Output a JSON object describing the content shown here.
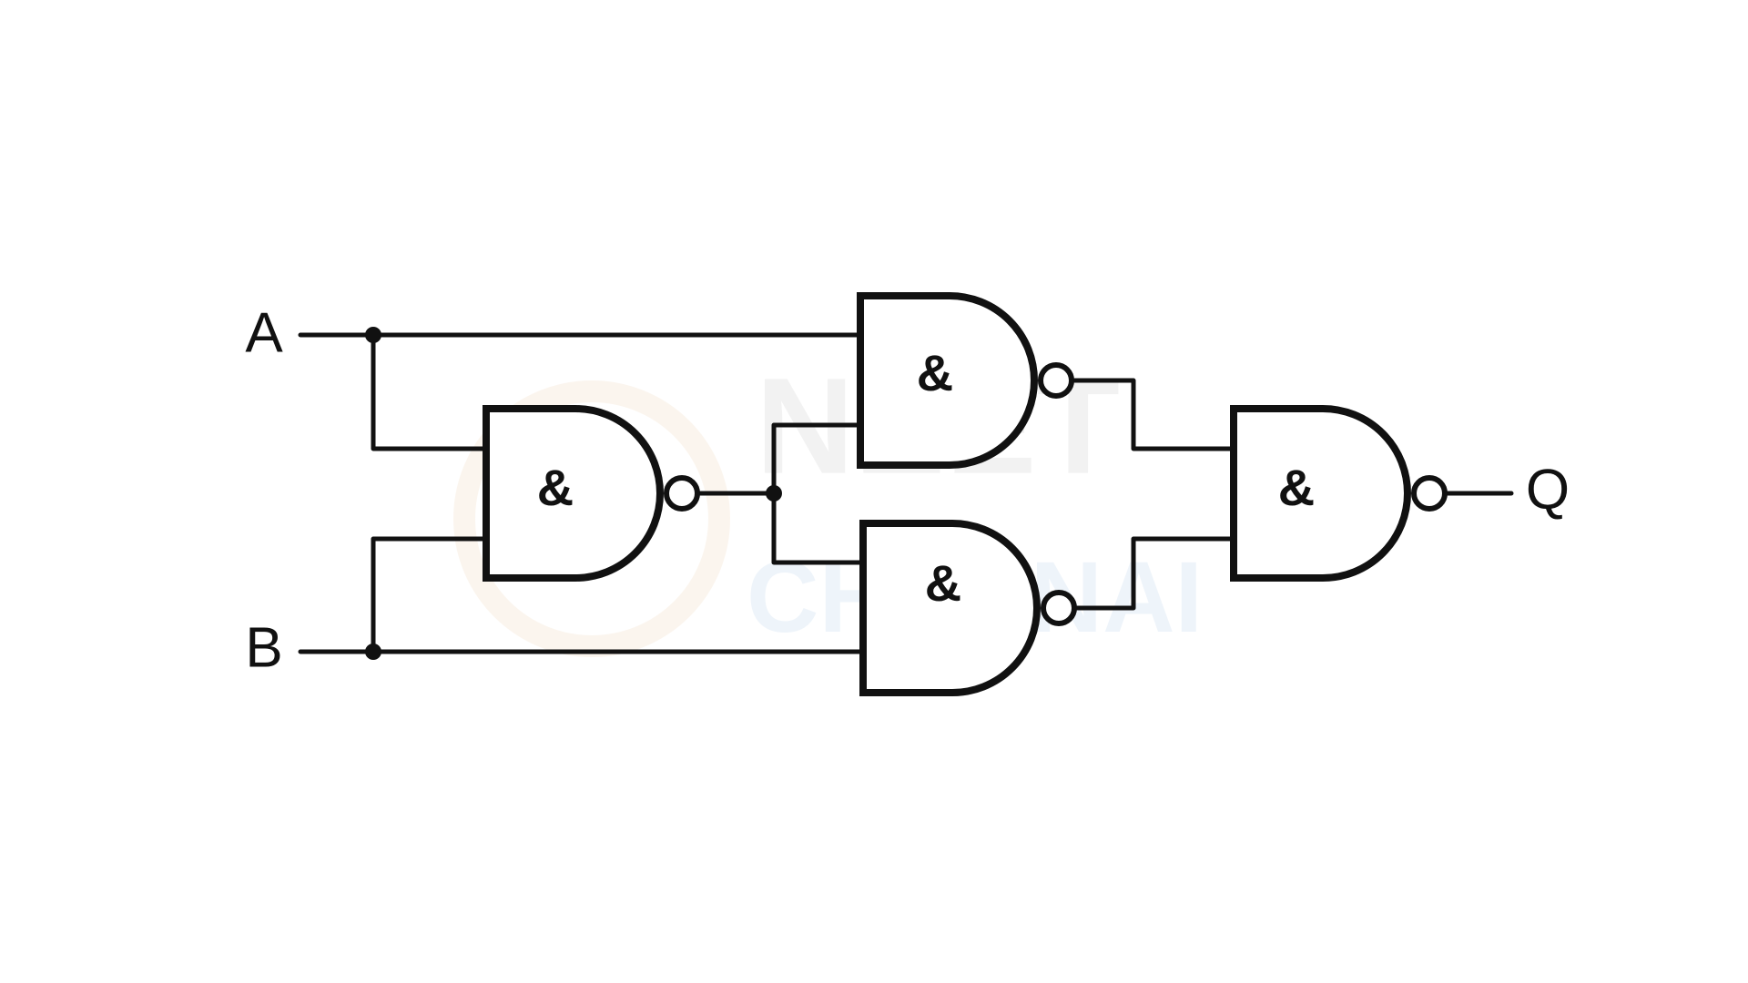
{
  "diagram": {
    "inputs": [
      {
        "id": "A",
        "label": "A"
      },
      {
        "id": "B",
        "label": "B"
      }
    ],
    "output": {
      "id": "Q",
      "label": "Q"
    },
    "gates": [
      {
        "id": "g1",
        "type": "NAND",
        "symbol": "&",
        "inputs": [
          "A",
          "B"
        ]
      },
      {
        "id": "g2",
        "type": "NAND",
        "symbol": "&",
        "inputs": [
          "A",
          "g1"
        ]
      },
      {
        "id": "g3",
        "type": "NAND",
        "symbol": "&",
        "inputs": [
          "g1",
          "B"
        ]
      },
      {
        "id": "g4",
        "type": "NAND",
        "symbol": "&",
        "inputs": [
          "g2",
          "g3"
        ]
      }
    ],
    "watermark": {
      "main": "NEET",
      "sub": "CHENNAI"
    },
    "colors": {
      "line": "#111111",
      "background": "#ffffff"
    }
  }
}
